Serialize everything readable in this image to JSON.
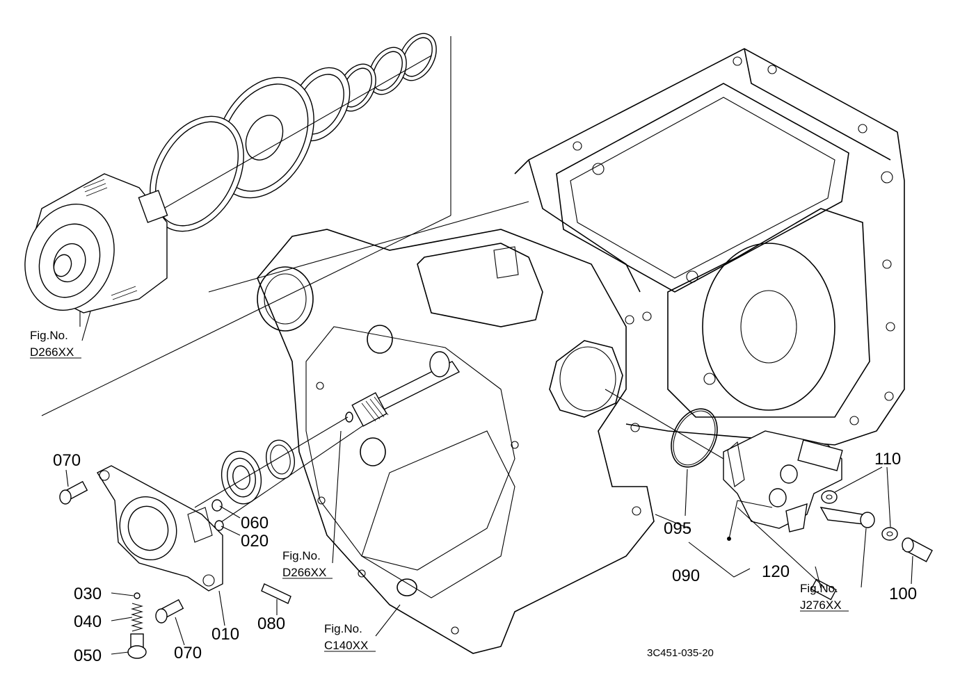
{
  "callouts": {
    "p070a": "070",
    "p060": "060",
    "p020": "020",
    "p030": "030",
    "p040": "040",
    "p050": "050",
    "p070b": "070",
    "p010": "010",
    "p080": "080",
    "p095": "095",
    "p090": "090",
    "p110": "110",
    "p120": "120",
    "p100": "100"
  },
  "figure_refs": {
    "ref1": {
      "line1": "Fig.No.",
      "line2": "D266XX"
    },
    "ref2": {
      "line1": "Fig.No.",
      "line2": "D266XX"
    },
    "ref3": {
      "line1": "Fig.No.",
      "line2": "C140XX"
    },
    "ref4": {
      "line1": "Fig.No.",
      "line2": "J276XX"
    }
  },
  "drawing_code": "3C451-035-20"
}
